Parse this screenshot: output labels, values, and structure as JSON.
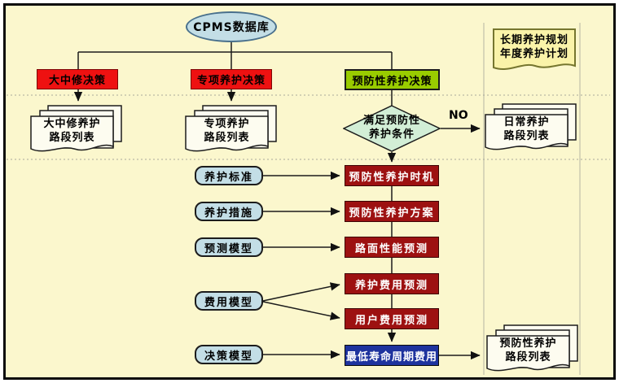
{
  "diagram": {
    "database_label": "CPMS数据库",
    "note": {
      "line1": "长期养护规划",
      "line2": "年度养护计划"
    },
    "decision_major": "大中修决策",
    "decision_special": "专项养护决策",
    "decision_preventive": "预防性养护决策",
    "doc_major": {
      "line1": "大中修养护",
      "line2": "路段列表"
    },
    "doc_special": {
      "line1": "专项养护",
      "line2": "路段列表"
    },
    "doc_daily": {
      "line1": "日常养护",
      "line2": "路段列表"
    },
    "doc_preventive": {
      "line1": "预防性养护",
      "line2": "路段列表"
    },
    "condition": {
      "line1": "满足预防性",
      "line2": "养护条件"
    },
    "no_label": "NO",
    "models": [
      {
        "label": "养护标准"
      },
      {
        "label": "养护措施"
      },
      {
        "label": "预测模型"
      },
      {
        "label": "费用模型"
      },
      {
        "label": "决策模型"
      }
    ],
    "processes": [
      {
        "label": "预防性养护时机"
      },
      {
        "label": "预防性养护方案"
      },
      {
        "label": "路面性能预测"
      },
      {
        "label": "养护费用预测"
      },
      {
        "label": "用户费用预测"
      }
    ],
    "final_label": "最低寿命周期费用",
    "colors": {
      "background": "#FBF7CD",
      "decision_red": "#EE1111",
      "decision_green": "#99CC00",
      "diamond_fill": "#D2EED6",
      "model_blue": "#C3DEE6",
      "process_dark_red": "#9D1111",
      "final_navy": "#1E339E",
      "note_text_red": "#CC0000",
      "document_fill": "#FDFCF0"
    }
  }
}
